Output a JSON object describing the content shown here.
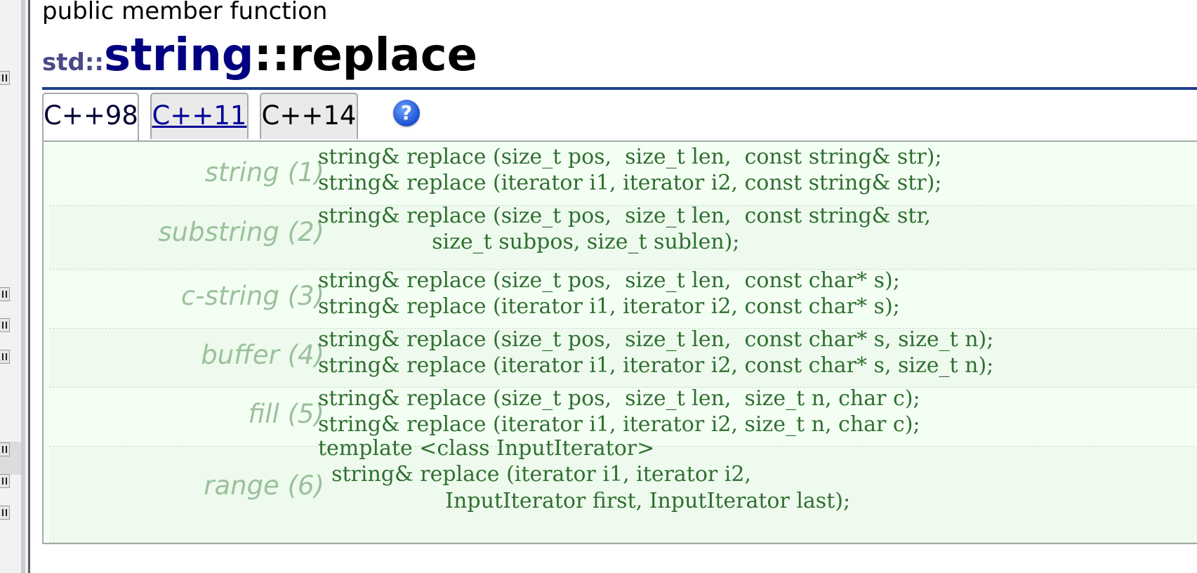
{
  "header": {
    "kind": "public member function",
    "namespace": "std::",
    "class_name": "string",
    "separator": "::",
    "function_name": "replace"
  },
  "tabs": [
    {
      "label": "C++98",
      "active": true
    },
    {
      "label": "C++11",
      "active": false
    },
    {
      "label": "C++14",
      "active": false
    }
  ],
  "help_icon": {
    "name": "help-icon",
    "glyph": "?"
  },
  "prototypes": [
    {
      "label": "string (1)",
      "lines": [
        "string& replace (size_t pos,  size_t len,  const string& str);",
        "string& replace (iterator i1, iterator i2, const string& str);"
      ]
    },
    {
      "label": "substring (2)",
      "lines": [
        "string& replace (size_t pos,  size_t len,  const string& str,",
        "                 size_t subpos, size_t sublen);"
      ]
    },
    {
      "label": "c-string (3)",
      "lines": [
        "string& replace (size_t pos,  size_t len,  const char* s);",
        "string& replace (iterator i1, iterator i2, const char* s);"
      ]
    },
    {
      "label": "buffer (4)",
      "lines": [
        "string& replace (size_t pos,  size_t len,  const char* s, size_t n);",
        "string& replace (iterator i1, iterator i2, const char* s, size_t n);"
      ]
    },
    {
      "label": "fill (5)",
      "lines": [
        "string& replace (size_t pos,  size_t len,  size_t n, char c);",
        "string& replace (iterator i1, iterator i2, size_t n, char c);"
      ]
    },
    {
      "label": "range (6)",
      "lines": [
        "template <class InputIterator>",
        "  string& replace (iterator i1, iterator i2,",
        "                   InputIterator first, InputIterator last);"
      ]
    }
  ]
}
